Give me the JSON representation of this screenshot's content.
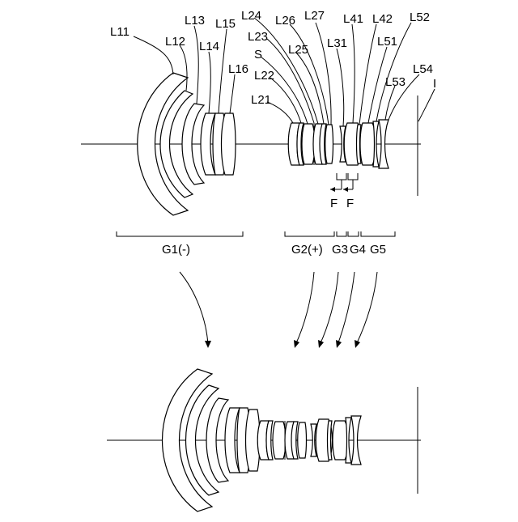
{
  "labels": {
    "L11": "L11",
    "L12": "L12",
    "L13": "L13",
    "L14": "L14",
    "L15": "L15",
    "L16": "L16",
    "L21": "L21",
    "L22": "L22",
    "L23": "L23",
    "L24": "L24",
    "L25": "L25",
    "L26": "L26",
    "L27": "L27",
    "S": "S",
    "L31": "L31",
    "L41": "L41",
    "L42": "L42",
    "L51": "L51",
    "L52": "L52",
    "L53": "L53",
    "L54": "L54",
    "I": "I",
    "F1": "F",
    "F2": "F"
  },
  "groups": {
    "G1": "G1(-)",
    "G2": "G2(+)",
    "G3": "G3",
    "G4": "G4",
    "G5": "G5"
  },
  "colors": {
    "stroke": "#000000",
    "background": "#ffffff"
  }
}
